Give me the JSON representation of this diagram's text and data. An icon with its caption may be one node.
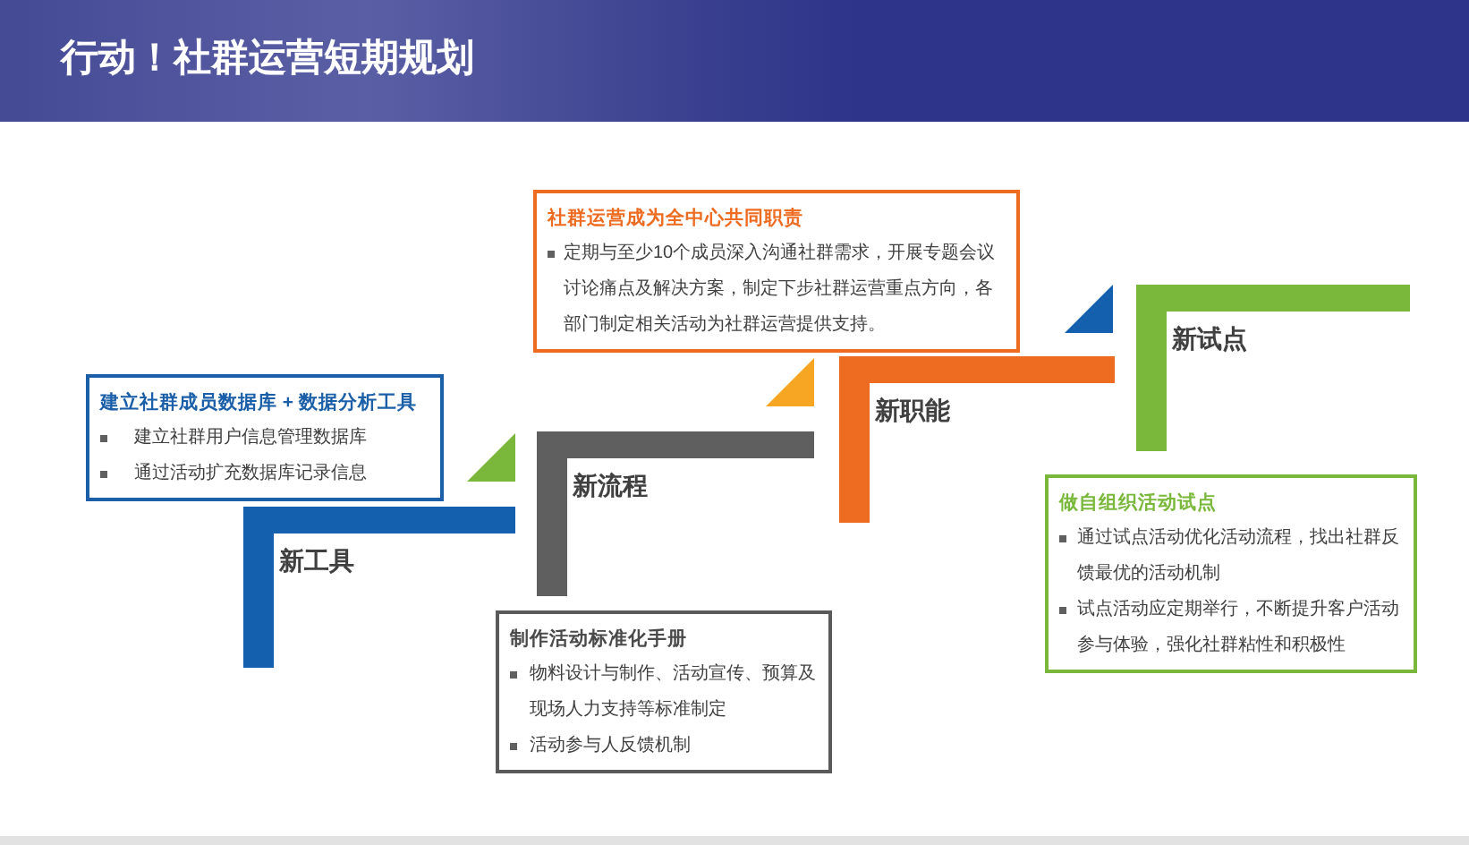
{
  "diagram": {
    "title": "行动！社群运营短期规划",
    "nodes": [
      {
        "text": [
          "建立社群成员数据库 + 数据分析工具",
          "建立社群用户信息管理数据库",
          "通过活动扩充数据库记录信息"
        ]
      },
      {
        "text": [
          "新工具"
        ]
      },
      {
        "text": [
          "新流程"
        ]
      },
      {
        "text": [
          "制作活动标准化手册",
          "物料设计与制作、活动宣传、预算及现场人力支持等标准制定",
          "活动参与人反馈机制"
        ]
      },
      {
        "text": [
          "社群运营成为全中心共同职责",
          "定期与至少10个成员深入沟通社群需求，开展专题会议讨论痛点及解决方案，制定下步社群运营重点方向，各部门制定相关活动为社群运营提供支持。"
        ]
      },
      {
        "text": [
          "新职能"
        ]
      },
      {
        "text": [
          "新试点"
        ]
      },
      {
        "text": [
          "做自组织活动试点",
          "通过试点活动优化活动流程，找出社群反馈最优的活动机制",
          "试点活动应定期举行，不断提升客户活动参与体验，强化社群粘性和积极性"
        ]
      }
    ]
  }
}
